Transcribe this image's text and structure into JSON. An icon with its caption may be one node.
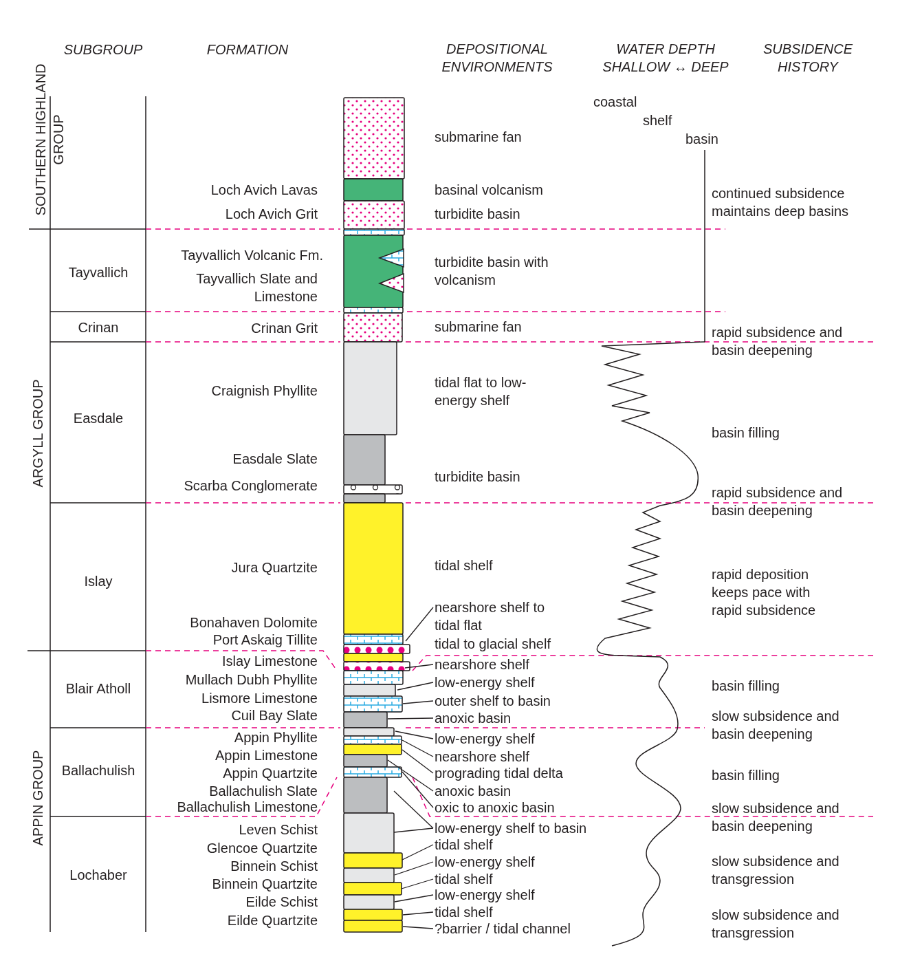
{
  "diagram": {
    "nodes": [
      {
        "text": [
          "nearshore shelf to tidal flat"
        ]
      },
      {
        "text": [
          "nearshore shelf"
        ]
      },
      {
        "text": [
          "low-energy shelf"
        ]
      },
      {
        "text": [
          "outer shelf to basin"
        ]
      },
      {
        "text": [
          "anoxic basin"
        ]
      },
      {
        "text": [
          "low-energy shelf"
        ]
      },
      {
        "text": [
          "nearshore shelf"
        ]
      },
      {
        "text": [
          "prograding tidal delta"
        ]
      },
      {
        "text": [
          "anoxic basin"
        ]
      },
      {
        "text": [
          "oxic to anoxic basin"
        ]
      },
      {
        "text": [
          "low-energy shelf to basin"
        ]
      },
      {
        "text": [
          "tidal shelf"
        ]
      },
      {
        "text": [
          "low-energy shelf"
        ]
      },
      {
        "text": [
          "tidal shelf"
        ]
      },
      {
        "text": [
          "low-energy shelf"
        ]
      },
      {
        "text": [
          "tidal shelf"
        ]
      },
      {
        "text": [
          "?barrier / tidal channel"
        ]
      }
    ],
    "edges": [
      {
        "from": 0,
        "to": null,
        "arrow": "none"
      },
      {
        "from": 1,
        "to": null,
        "arrow": "none"
      },
      {
        "from": 2,
        "to": null,
        "arrow": "none"
      },
      {
        "from": 3,
        "to": null,
        "arrow": "none"
      },
      {
        "from": 4,
        "to": null,
        "arrow": "none"
      },
      {
        "from": 5,
        "to": null,
        "arrow": "none"
      },
      {
        "from": 6,
        "to": null,
        "arrow": "none"
      },
      {
        "from": 7,
        "to": null,
        "arrow": "none"
      },
      {
        "from": 8,
        "to": null,
        "arrow": "none"
      },
      {
        "from": 9,
        "to": null,
        "arrow": "none"
      },
      {
        "from": 10,
        "to": null,
        "arrow": "none"
      },
      {
        "from": 10,
        "to": null,
        "arrow": "none"
      },
      {
        "from": 11,
        "to": null,
        "arrow": "none"
      },
      {
        "from": 12,
        "to": null,
        "arrow": "none"
      },
      {
        "from": 13,
        "to": null,
        "arrow": "none"
      },
      {
        "from": 14,
        "to": null,
        "arrow": "none"
      },
      {
        "from": 15,
        "to": null,
        "arrow": "none"
      },
      {
        "from": 16,
        "to": null,
        "arrow": "none"
      }
    ],
    "labels": [
      "SUBGROUP",
      "FORMATION",
      "DEPOSITIONAL ENVIRONMENTS",
      "WATER DEPTH",
      "SHALLOW ↔ DEEP",
      "SUBSIDENCE HISTORY",
      "SOUTHERN HIGHLAND GROUP",
      "coastal",
      "shelf",
      "submarine fan",
      "basin",
      "Loch Avich Lavas",
      "basinal volcanism",
      "continued subsidence maintains deep basins",
      "Loch Avich Grit",
      "turbidite basin",
      "Tayvallich",
      "Tayvallich Volcanic Fm.",
      "turbidite basin with volcanism",
      "Tayvallich Slate and Limestone",
      "Crinan",
      "Crinan Grit",
      "submarine fan",
      "rapid subsidence and basin deepening",
      "ARGYLL GROUP",
      "Easdale",
      "Craignish Phyllite",
      "tidal flat to low-energy shelf",
      "basin filling",
      "Easdale Slate",
      "turbidite basin",
      "Scarba Conglomerate",
      "rapid subsidence and basin deepening",
      "Islay",
      "Jura Quartzite",
      "tidal shelf",
      "rapid deposition keeps pace with rapid subsidence",
      "Bonahaven Dolomite",
      "Port Askaig Tillite",
      "tidal to glacial shelf",
      "APPIN GROUP",
      "Islay Limestone",
      "Blair Atholl",
      "Mullach Dubh Phyllite",
      "basin filling",
      "Lismore Limestone",
      "Cuil Bay Slate",
      "slow subsidence and basin deepening",
      "Appin Phyllite",
      "Ballachulish",
      "Appin Limestone",
      "Appin Quartzite",
      "basin filling",
      "Ballachulish Slate",
      "Ballachulish Limestone",
      "slow subsidence and basin deepening",
      "Lochaber",
      "Leven Schist",
      "Glencoe Quartzite",
      "Binnein Schist",
      "slow subsidence and transgression",
      "Binnein Quartzite",
      "Eilde Schist",
      "slow subsidence and transgression",
      "Eilde Quartzite"
    ]
  }
}
